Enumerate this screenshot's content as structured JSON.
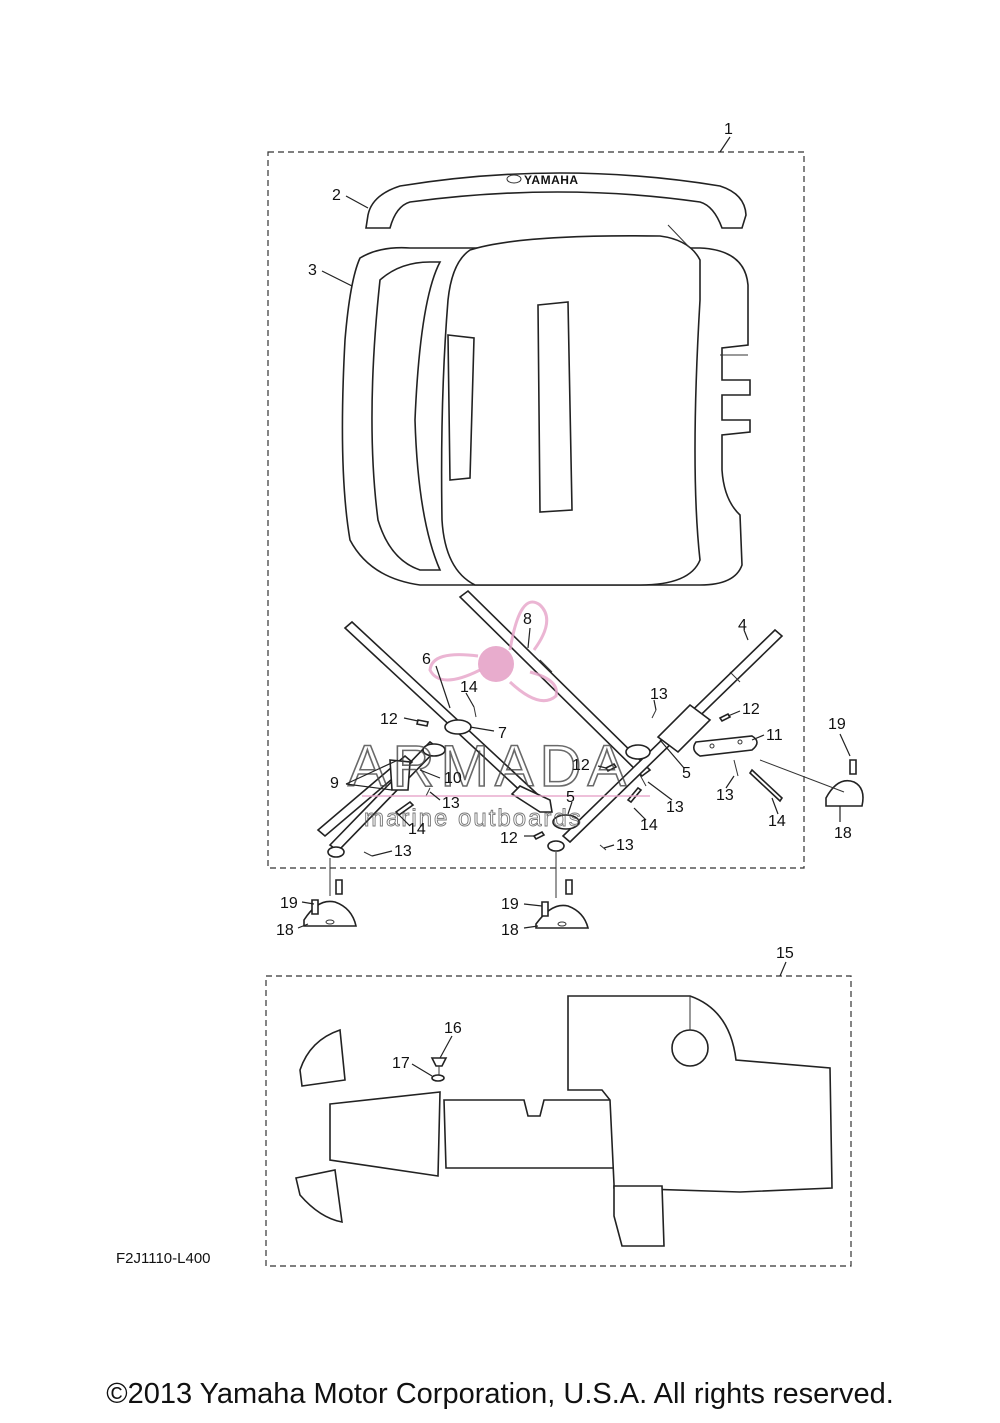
{
  "diagram": {
    "part_code": "F2J1110-L400",
    "brand_text": "YAMAHA",
    "watermark": {
      "title": "ARMADA",
      "subtitle": "marine outboards",
      "accent_color": "#e6a3c8"
    },
    "callouts": [
      "1",
      "2",
      "3",
      "4",
      "5",
      "5",
      "6",
      "7",
      "8",
      "9",
      "10",
      "11",
      "12",
      "12",
      "12",
      "12",
      "13",
      "13",
      "13",
      "13",
      "13",
      "13",
      "13",
      "14",
      "14",
      "14",
      "14",
      "15",
      "16",
      "17",
      "18",
      "18",
      "18",
      "19",
      "19",
      "19"
    ]
  },
  "footer": {
    "copyright": "©2013 Yamaha Motor Corporation, U.S.A. All rights reserved."
  }
}
